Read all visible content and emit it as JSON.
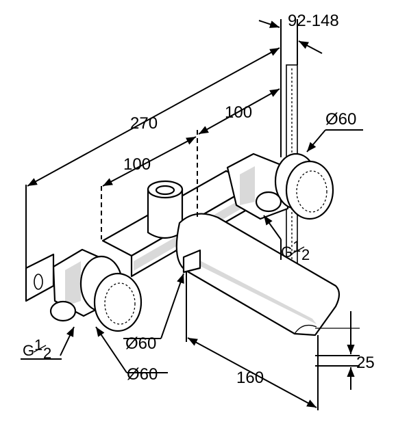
{
  "dimensions": {
    "wall_range": "92-148",
    "overall_width": "270",
    "left_spacing": "100",
    "right_spacing": "100",
    "diameter_right_top": "Ø60",
    "diameter_spout": "Ø60",
    "diameter_left_bottom": "Ø60",
    "spout_reach": "160",
    "spout_height": "25"
  },
  "threads": {
    "right": "G1/2",
    "left": "G1/2"
  },
  "thread_parts": {
    "prefix": "G",
    "fraction_num": "1",
    "fraction_den": "2"
  }
}
